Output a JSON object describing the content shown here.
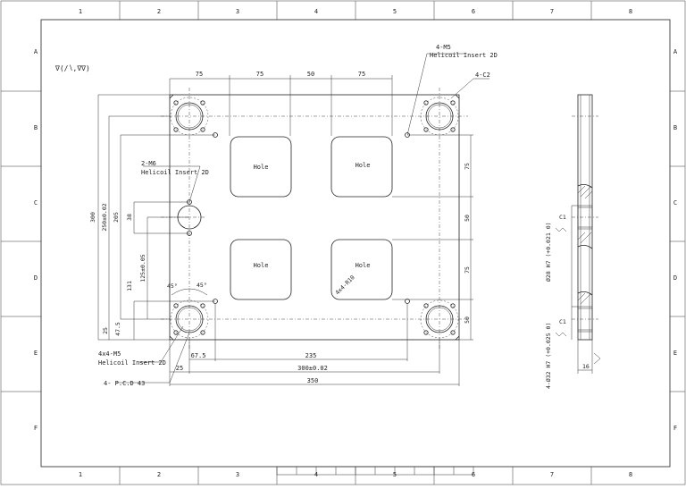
{
  "frame": {
    "col_labels": [
      "1",
      "2",
      "3",
      "4",
      "5",
      "6",
      "7",
      "8"
    ],
    "row_labels": [
      "A",
      "B",
      "C",
      "D",
      "E",
      "F"
    ]
  },
  "top_symbol": "∇(∕∖,∇∇)",
  "dims": {
    "top": [
      "75",
      "75",
      "50",
      "75"
    ],
    "left": [
      "300",
      "250±0.02",
      "205",
      "38",
      "125±0.05",
      "131",
      "47.5",
      "25"
    ],
    "right": [
      "75",
      "50",
      "75",
      "50"
    ],
    "bottom_row1": [
      "67.5",
      "235"
    ],
    "bottom_row2": [
      "25",
      "300±0.02"
    ],
    "bottom_row3": [
      "350"
    ],
    "angles": [
      "45°",
      "45°"
    ]
  },
  "holes": [
    "Hole",
    "Hole",
    "Hole",
    "Hole"
  ],
  "notes": {
    "tr_1": "4-M5",
    "tr_2": "Helicoil Insert 2D",
    "chamfer": "4-C2",
    "left_1": "2-M6",
    "left_2": "Helicoil Insert 2D",
    "radius": "4x4-R10",
    "bl_1": "4x4-M5",
    "bl_2": "Helicoil Insert 2D",
    "pcd": "4- P.C.D 43"
  },
  "side": {
    "c1_top": "C1",
    "c1_bot": "C1",
    "dia28": "Ø28 H7 (+0.021 0)",
    "dia32": "4-Ø32 H7 (+0.025 0)",
    "thk": "16"
  }
}
